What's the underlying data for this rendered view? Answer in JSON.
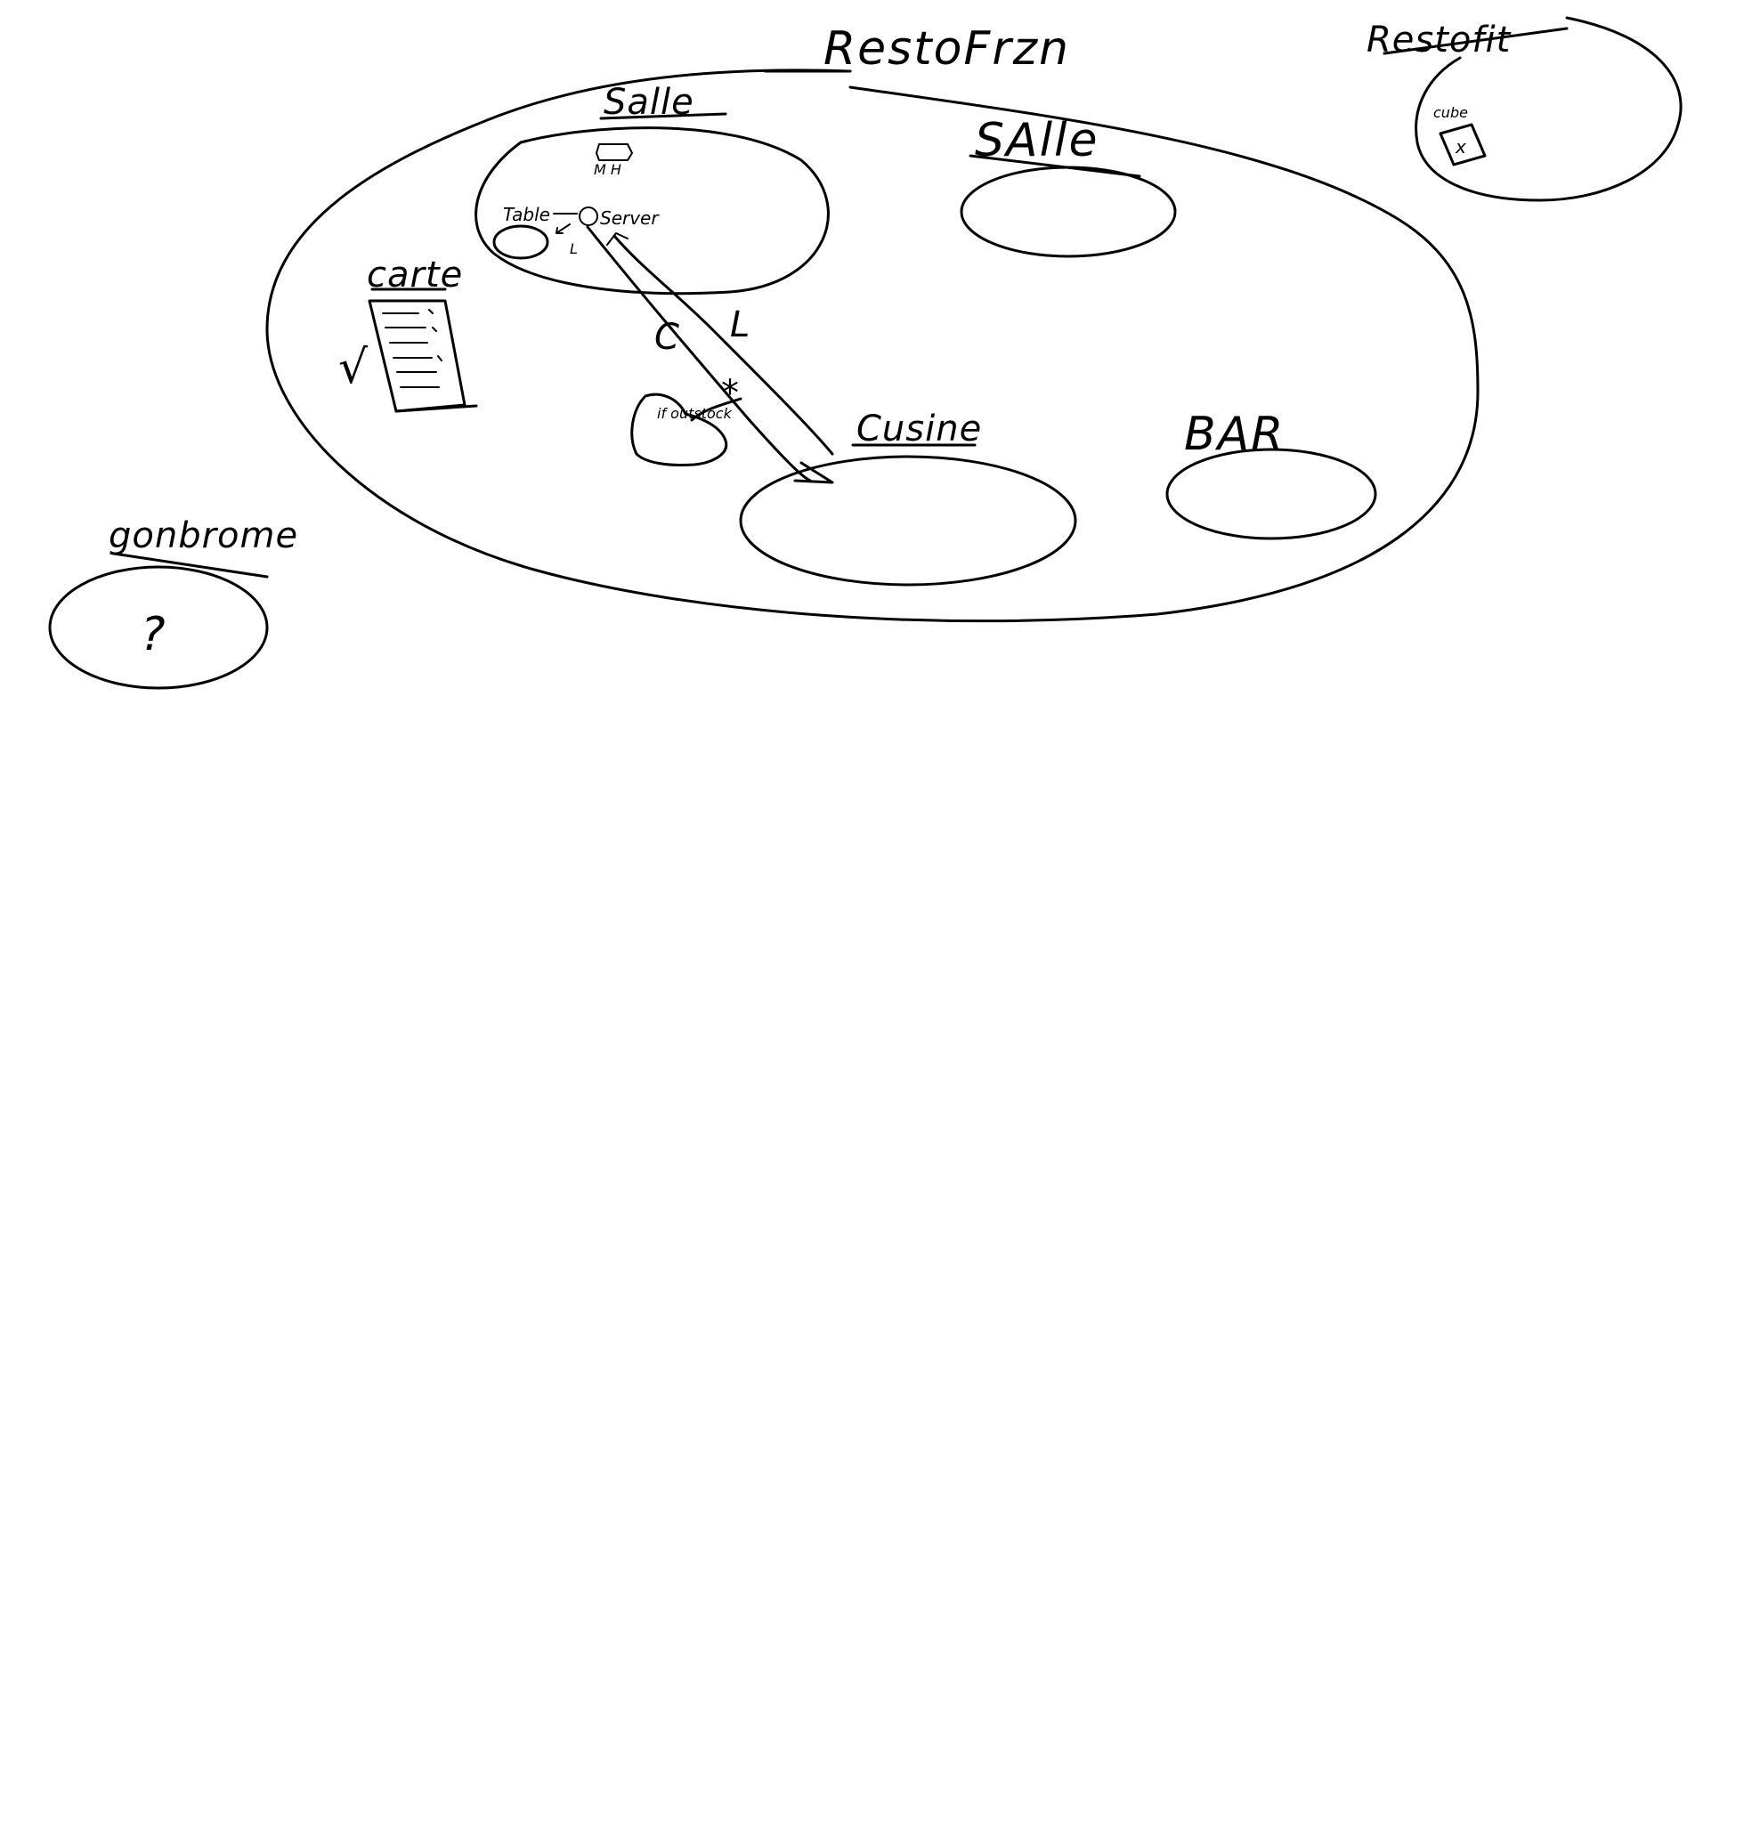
{
  "diagram": {
    "labels": {
      "restaurant": "RestoFrzn",
      "resto_fit": "Restofit",
      "salle_1": "Salle",
      "salle_2": "SAlle",
      "cuisine": "Cusine",
      "bar": "BAR",
      "gondrome": "gonbrome",
      "carte": "carte",
      "table": "Table",
      "server": "Server",
      "out_of_stock": "if outstock",
      "cube": "cube",
      "question_mark": "?",
      "mh": "M H",
      "edge_c": "C",
      "edge_l": "L",
      "edge_l_small": "L",
      "checkmark": "√",
      "box_x": "x",
      "asterisk": "*"
    },
    "colors": {
      "ink": "#000000",
      "background": "#ffffff"
    }
  }
}
